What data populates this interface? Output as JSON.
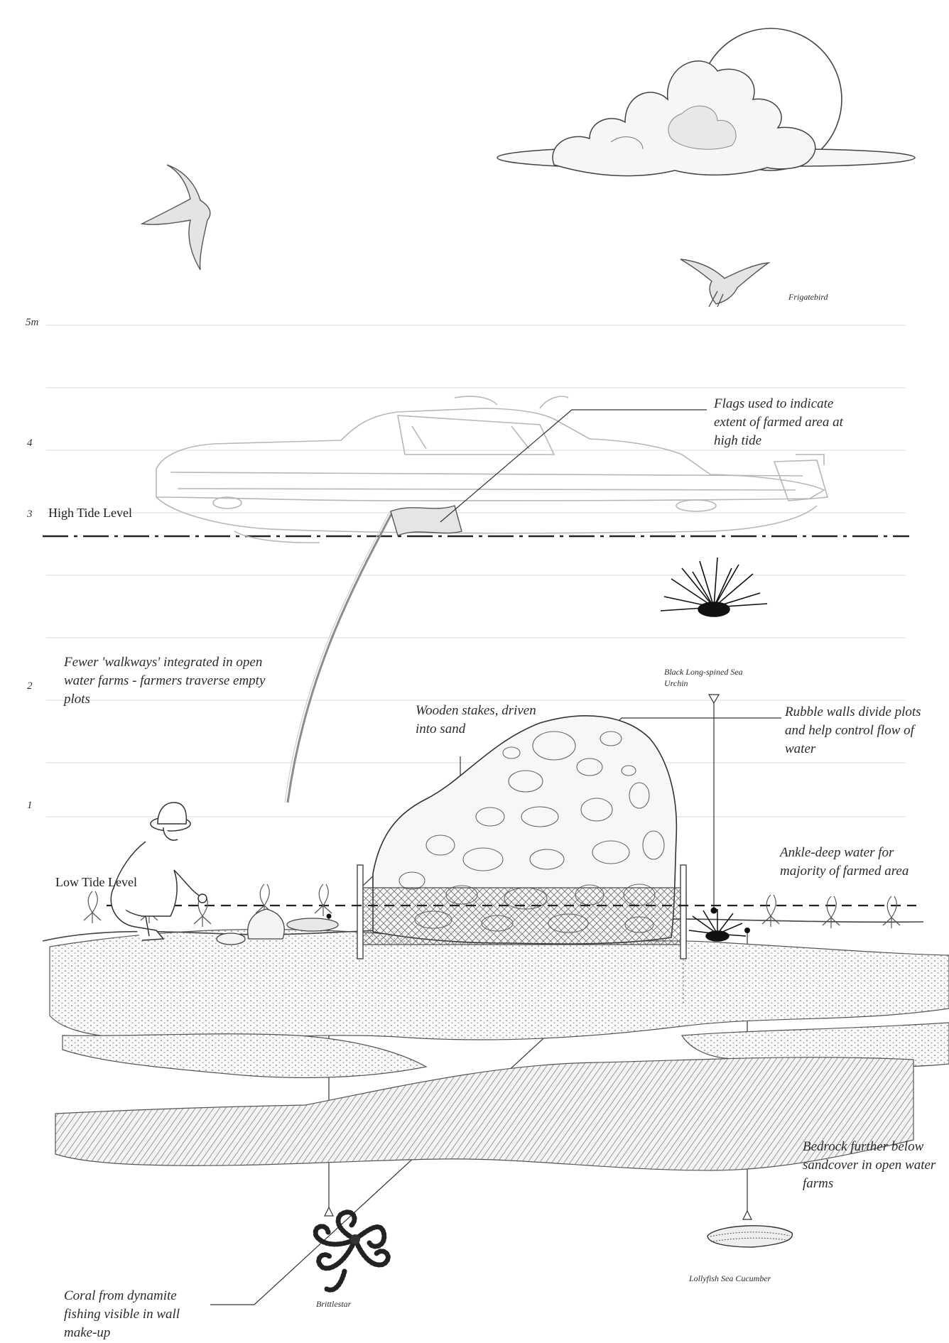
{
  "scale": {
    "ticks": [
      "5m",
      "4",
      "3",
      "2",
      "1"
    ]
  },
  "tide": {
    "high": "High Tide Level",
    "low": "Low Tide Level"
  },
  "species": {
    "frigatebird": "Frigatebird",
    "urchin": "Black Long-spined Sea Urchin",
    "brittlestar": "Brittlestar",
    "sea_cucumber": "Lollyfish Sea Cucumber"
  },
  "annotations": {
    "flags": "Flags used to indicate extent of farmed area at high tide",
    "walkways": "Fewer 'walkways' integrated in open water farms - farmers traverse empty plots",
    "stakes": "Wooden stakes, driven into sand",
    "rubble": "Rubble walls divide plots and help control flow of water",
    "ankle": "Ankle-deep water for majority of farmed area",
    "bedrock": "Bedrock further below sandcover in open water farms",
    "coral": "Coral from dynamite fishing visible in wall make-up"
  }
}
